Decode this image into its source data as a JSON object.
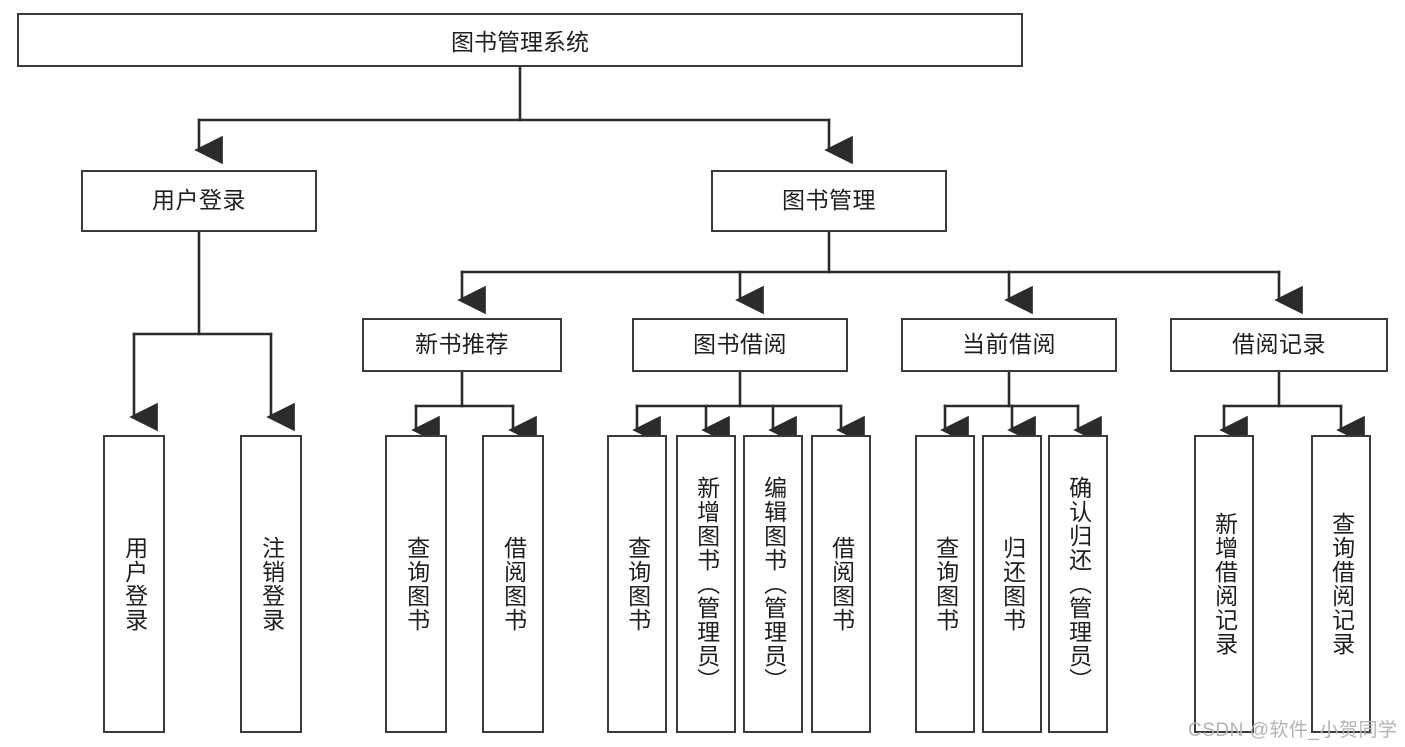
{
  "diagram": {
    "title": "图书管理系统",
    "type": "function-tree",
    "theme": {
      "box_border": "#3a3a3a",
      "box_fill": "#ffffff",
      "line": "#2b2b2b",
      "text": "#1f1f1f",
      "watermark": "#b4b4b4"
    },
    "levels": {
      "root": {
        "label": "图书管理系统"
      },
      "level2": [
        {
          "label": "用户登录"
        },
        {
          "label": "图书管理"
        }
      ],
      "level3": [
        {
          "label": "新书推荐"
        },
        {
          "label": "图书借阅"
        },
        {
          "label": "当前借阅"
        },
        {
          "label": "借阅记录"
        }
      ],
      "leaves_user_login": [
        {
          "label": "用户登录"
        },
        {
          "label": "注销登录"
        }
      ],
      "leaves_new_book": [
        {
          "label": "查询图书"
        },
        {
          "label": "借阅图书"
        }
      ],
      "leaves_borrow": [
        {
          "label": "查询图书"
        },
        {
          "label": "新增图书（管理员）"
        },
        {
          "label": "编辑图书（管理员）"
        },
        {
          "label": "借阅图书"
        }
      ],
      "leaves_current": [
        {
          "label": "查询图书"
        },
        {
          "label": "归还图书"
        },
        {
          "label": "确认归还（管理员）"
        }
      ],
      "leaves_record": [
        {
          "label": "新增借阅记录"
        },
        {
          "label": "查询借阅记录"
        }
      ]
    }
  },
  "watermark": {
    "text": "CSDN @软件_小贺同学"
  }
}
